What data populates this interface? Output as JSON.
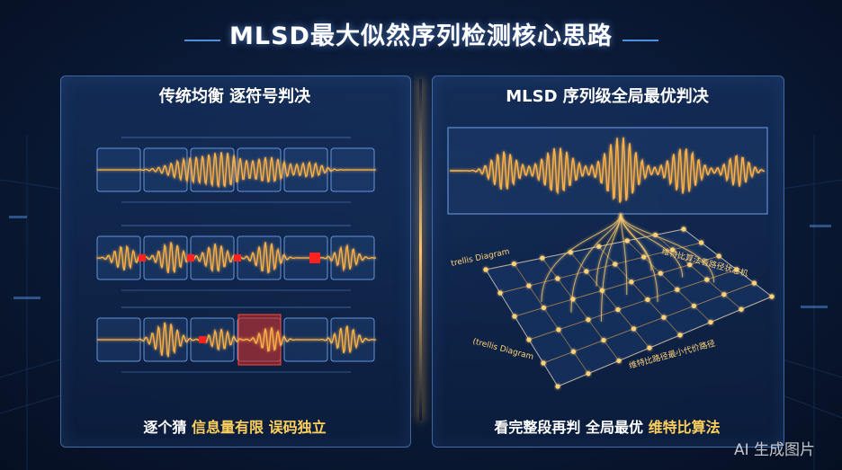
{
  "title": "MLSD最大似然序列检测核心思路",
  "left_panel": {
    "title": "传统均衡 逐符号判决",
    "caption": {
      "part1": "逐个猜 ",
      "part2": "信息量有限 ",
      "part3": "误码独立"
    }
  },
  "right_panel": {
    "title": "MLSD 序列级全局最优判决",
    "caption": {
      "part1": "看完整段再判 全局最优 ",
      "part2": "维特比算法"
    },
    "trellis_label_1": "trellis Diagram",
    "trellis_label_2": "(trellis Diagram",
    "trellis_label_3": "维特比算法看路径状态机",
    "trellis_label_4": "维特比路径最小代价路径"
  },
  "watermark": "AI 生成图片",
  "colors": {
    "accent": "#ffb347",
    "error": "#ff2020",
    "frame": "#6ea0eb"
  }
}
